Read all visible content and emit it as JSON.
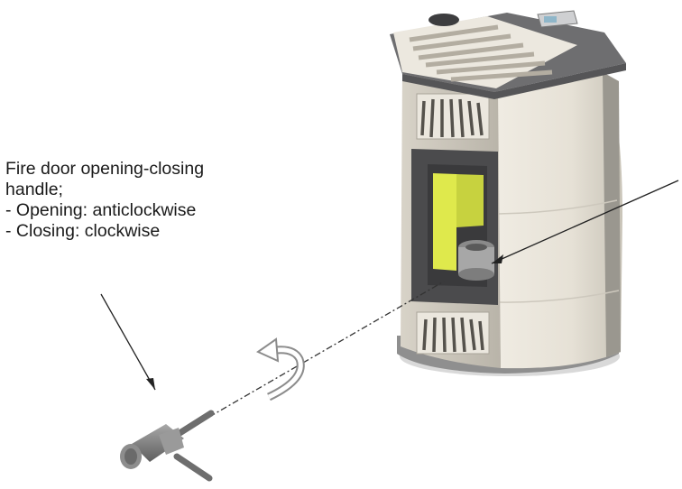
{
  "annotation": {
    "line1": "Fire door opening-closing",
    "line2": "handle;",
    "line3": "- Opening: anticlockwise",
    "line4": "- Closing: clockwise"
  },
  "parts": {
    "stove": "pellet-stove",
    "handle": "door-handle",
    "rotation": "rotation-arrow"
  },
  "colors": {
    "stove_body": "#e6e1d6",
    "stove_top": "#6e6e70",
    "firebox_glow": "#dde84a",
    "handle_metal": "#858585"
  }
}
